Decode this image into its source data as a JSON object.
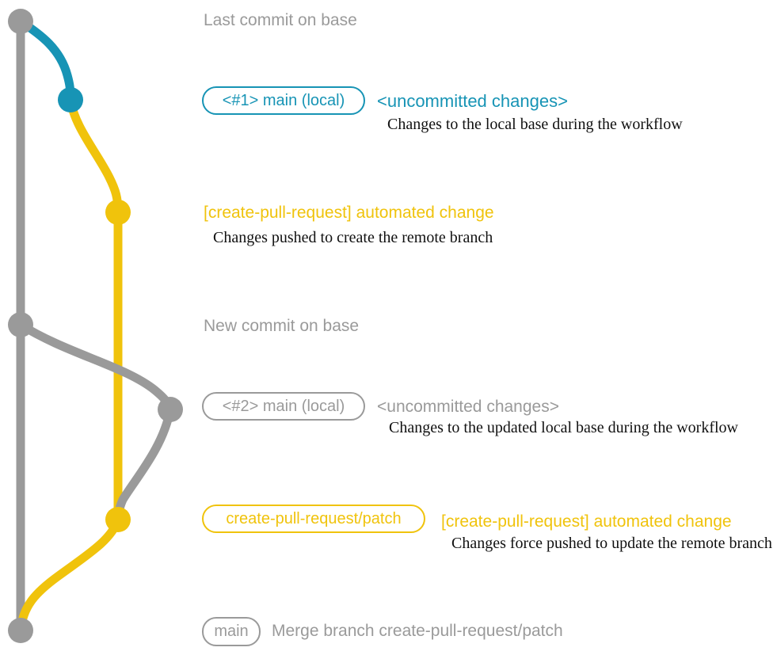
{
  "colors": {
    "gray": "#9a9a9a",
    "teal": "#1794b5",
    "yellow": "#f0c30c",
    "ink": "#111111"
  },
  "graph": {
    "branches": [
      {
        "name": "base (main)",
        "color_key": "gray"
      },
      {
        "name": "main (local) #1",
        "color_key": "teal"
      },
      {
        "name": "create-pull-request/patch",
        "color_key": "yellow"
      }
    ],
    "commit_count": 7
  },
  "rows": {
    "last_commit": {
      "text": "Last commit on base"
    },
    "branch1": {
      "badge": "<#1> main (local)",
      "status": "<uncommitted changes>",
      "desc": "Changes to the local base during the workflow"
    },
    "commit1": {
      "title": "[create-pull-request] automated change",
      "desc": "Changes pushed to create the remote branch"
    },
    "new_commit": {
      "text": "New commit on base"
    },
    "branch2": {
      "badge": "<#2> main (local)",
      "status": "<uncommitted changes>",
      "desc": "Changes to the updated local base during the workflow"
    },
    "branch3": {
      "badge": "create-pull-request/patch",
      "title": "[create-pull-request] automated change",
      "desc": "Changes force pushed to update the remote branch"
    },
    "merge": {
      "badge": "main",
      "desc": "Merge branch create-pull-request/patch"
    }
  }
}
